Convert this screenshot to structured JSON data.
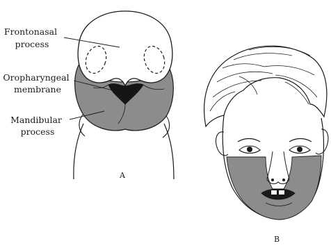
{
  "figure": {
    "panel_a": {
      "label": "A",
      "callouts": {
        "frontonasal": [
          "Frontonasal",
          "process"
        ],
        "oropharyngeal": [
          "Oropharyngeal",
          "membrane"
        ],
        "mandibular": [
          "Mandibular",
          "process"
        ]
      }
    },
    "panel_b": {
      "label": "B"
    }
  },
  "colors": {
    "ink": "#1a1a1a",
    "shade": "#8c8c8c",
    "membrane": "#151515",
    "paper": "#ffffff"
  }
}
